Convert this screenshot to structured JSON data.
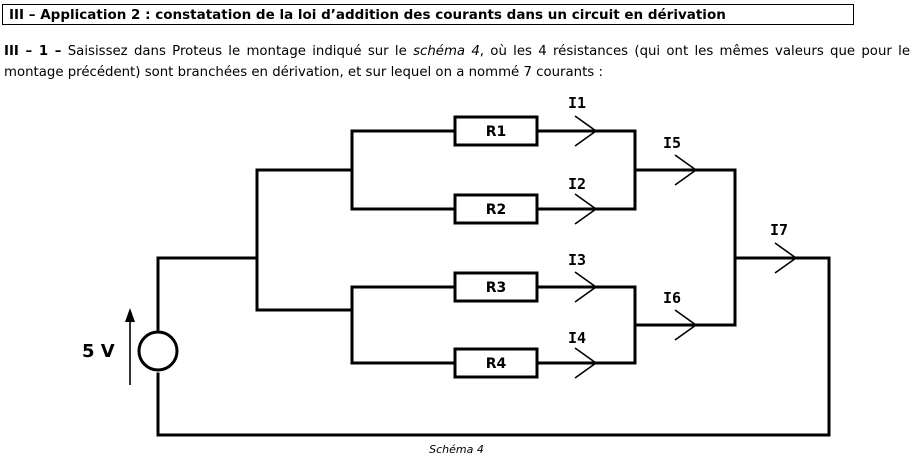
{
  "section_title": "III – Application 2 : constatation de la loi d’addition des courants dans un circuit en dérivation",
  "intro": {
    "lead": "III – 1 –",
    "text_before": " Saisissez dans Proteus le montage indiqué sur le ",
    "schema_ref": "schéma 4",
    "text_after": ", où les 4 résistances (qui ont les mêmes valeurs que pour le montage précédent) sont branchées en dérivation, et sur lequel on a nommé 7 courants :"
  },
  "circuit": {
    "source_label": "5 V",
    "resistors": [
      "R1",
      "R2",
      "R3",
      "R4"
    ],
    "currents": [
      "I1",
      "I2",
      "I3",
      "I4",
      "I5",
      "I6",
      "I7"
    ]
  },
  "caption": "Schéma 4"
}
